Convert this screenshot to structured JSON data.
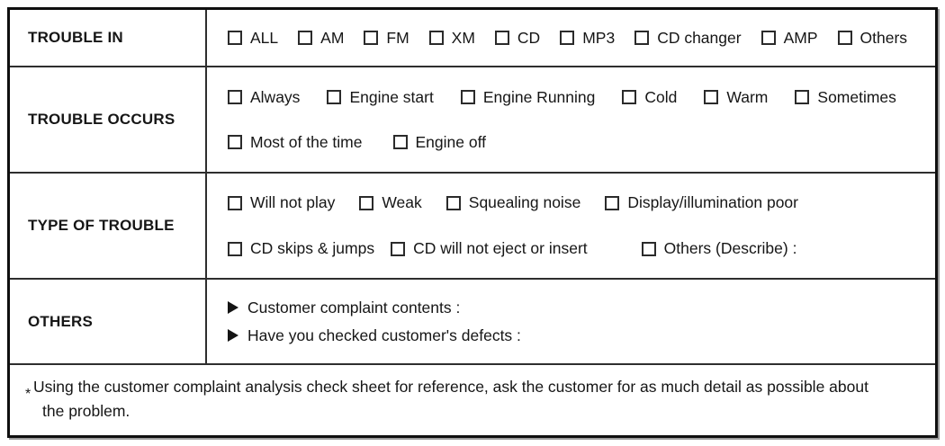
{
  "table": {
    "rows": [
      {
        "label": "TROUBLE IN",
        "lines": [
          [
            "ALL",
            "AM",
            "FM",
            "XM",
            "CD",
            "MP3",
            "CD changer",
            "AMP",
            "Others"
          ]
        ]
      },
      {
        "label": "TROUBLE OCCURS",
        "lines": [
          [
            "Always",
            "Engine start",
            "Engine Running",
            "Cold",
            "Warm",
            "Sometimes"
          ],
          [
            "Most of the time",
            "Engine off"
          ]
        ]
      },
      {
        "label": "TYPE OF TROUBLE",
        "lines": [
          [
            "Will not play",
            "Weak",
            "Squealing noise",
            "Display/illumination poor"
          ],
          [
            "CD skips & jumps",
            "CD will not eject or insert",
            "Others (Describe) :"
          ]
        ]
      },
      {
        "label": "OTHERS",
        "items": [
          "Customer complaint contents :",
          "Have you checked customer's defects :"
        ]
      }
    ],
    "footnote": {
      "marker": "*",
      "text": "Using the customer complaint analysis check sheet for reference, ask the customer for as much detail as possible about the problem."
    }
  },
  "icons": {
    "checkbox": "empty-checkbox-icon",
    "bullet": "right-triangle-icon"
  },
  "colors": {
    "background": "#ffffff",
    "text": "#161616",
    "outer_border": "#0f0f0f",
    "inner_rule": "#2e2e2e"
  }
}
